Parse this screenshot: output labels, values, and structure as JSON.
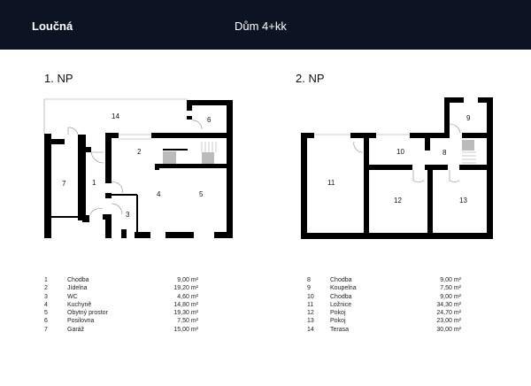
{
  "header": {
    "brand": "Loučná",
    "title": "Dům  4+kk",
    "background": "#0c1322"
  },
  "floors": [
    {
      "label": "1. NP",
      "rooms_shown": [
        "1",
        "2",
        "3",
        "4",
        "5",
        "6",
        "7",
        "14"
      ]
    },
    {
      "label": "2. NP",
      "rooms_shown": [
        "8",
        "9",
        "10",
        "11",
        "12",
        "13"
      ]
    }
  ],
  "room_labels": {
    "r1": "1",
    "r2": "2",
    "r3": "3",
    "r4": "4",
    "r5": "5",
    "r6": "6",
    "r7": "7",
    "r8": "8",
    "r9": "9",
    "r10": "10",
    "r11": "11",
    "r12": "12",
    "r13": "13",
    "r14": "14"
  },
  "legend_left": [
    {
      "num": "1",
      "name": "Chodba",
      "area": "9,00 m²"
    },
    {
      "num": "2",
      "name": "Jídelna",
      "area": "19,20 m²"
    },
    {
      "num": "3",
      "name": "WC",
      "area": "4,60 m²"
    },
    {
      "num": "4",
      "name": "Kuchyně",
      "area": "14,80 m²"
    },
    {
      "num": "5",
      "name": "Obytný prostor",
      "area": "19,30 m²"
    },
    {
      "num": "6",
      "name": "Posilovna",
      "area": "7,50 m²"
    },
    {
      "num": "7",
      "name": "Garáž",
      "area": "15,00 m²"
    }
  ],
  "legend_right": [
    {
      "num": "8",
      "name": "Chodba",
      "area": "9,00 m²"
    },
    {
      "num": "9",
      "name": "Koupelna",
      "area": "7,50 m²"
    },
    {
      "num": "10",
      "name": "Chodba",
      "area": "9,00 m²"
    },
    {
      "num": "11",
      "name": "Ložnice",
      "area": "34,30 m²"
    },
    {
      "num": "12",
      "name": "Pokoj",
      "area": "24,70 m²"
    },
    {
      "num": "13",
      "name": "Pokoj",
      "area": "23,00 m²"
    },
    {
      "num": "14",
      "name": "Terasa",
      "area": "30,00 m²"
    }
  ]
}
